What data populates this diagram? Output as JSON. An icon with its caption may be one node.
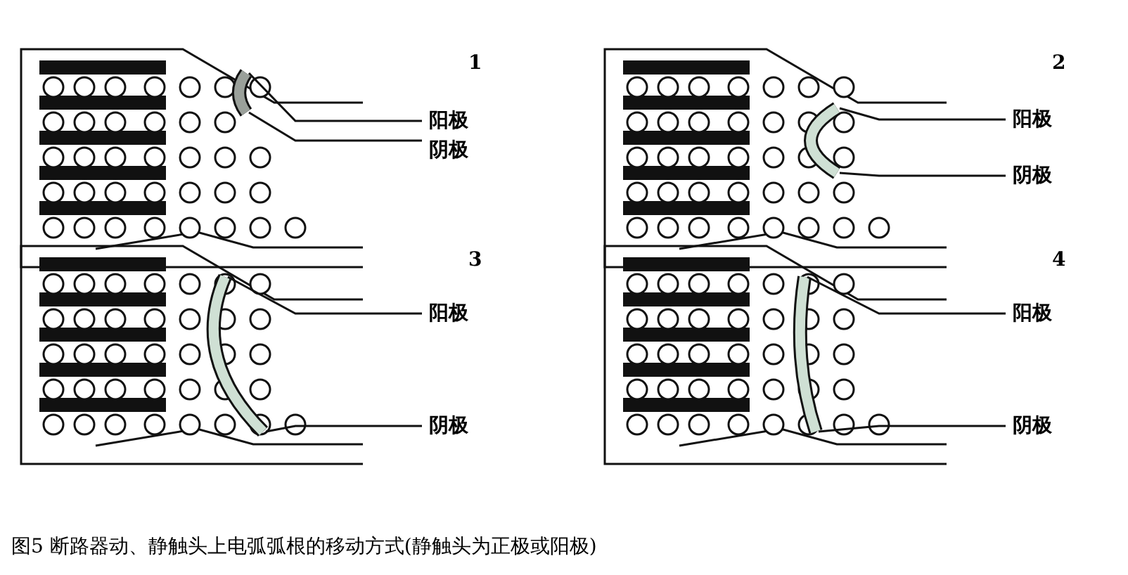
{
  "diagram": {
    "caption": "图5 断路器动、静触头上电弧弧根的移动方式(静触头为正极或阳极)",
    "labels": [
      "1",
      "阳极",
      "阴极",
      "2",
      "阳极",
      "阴极",
      "3",
      "阳极",
      "阴极",
      "4",
      "阳极",
      "阴极"
    ]
  }
}
